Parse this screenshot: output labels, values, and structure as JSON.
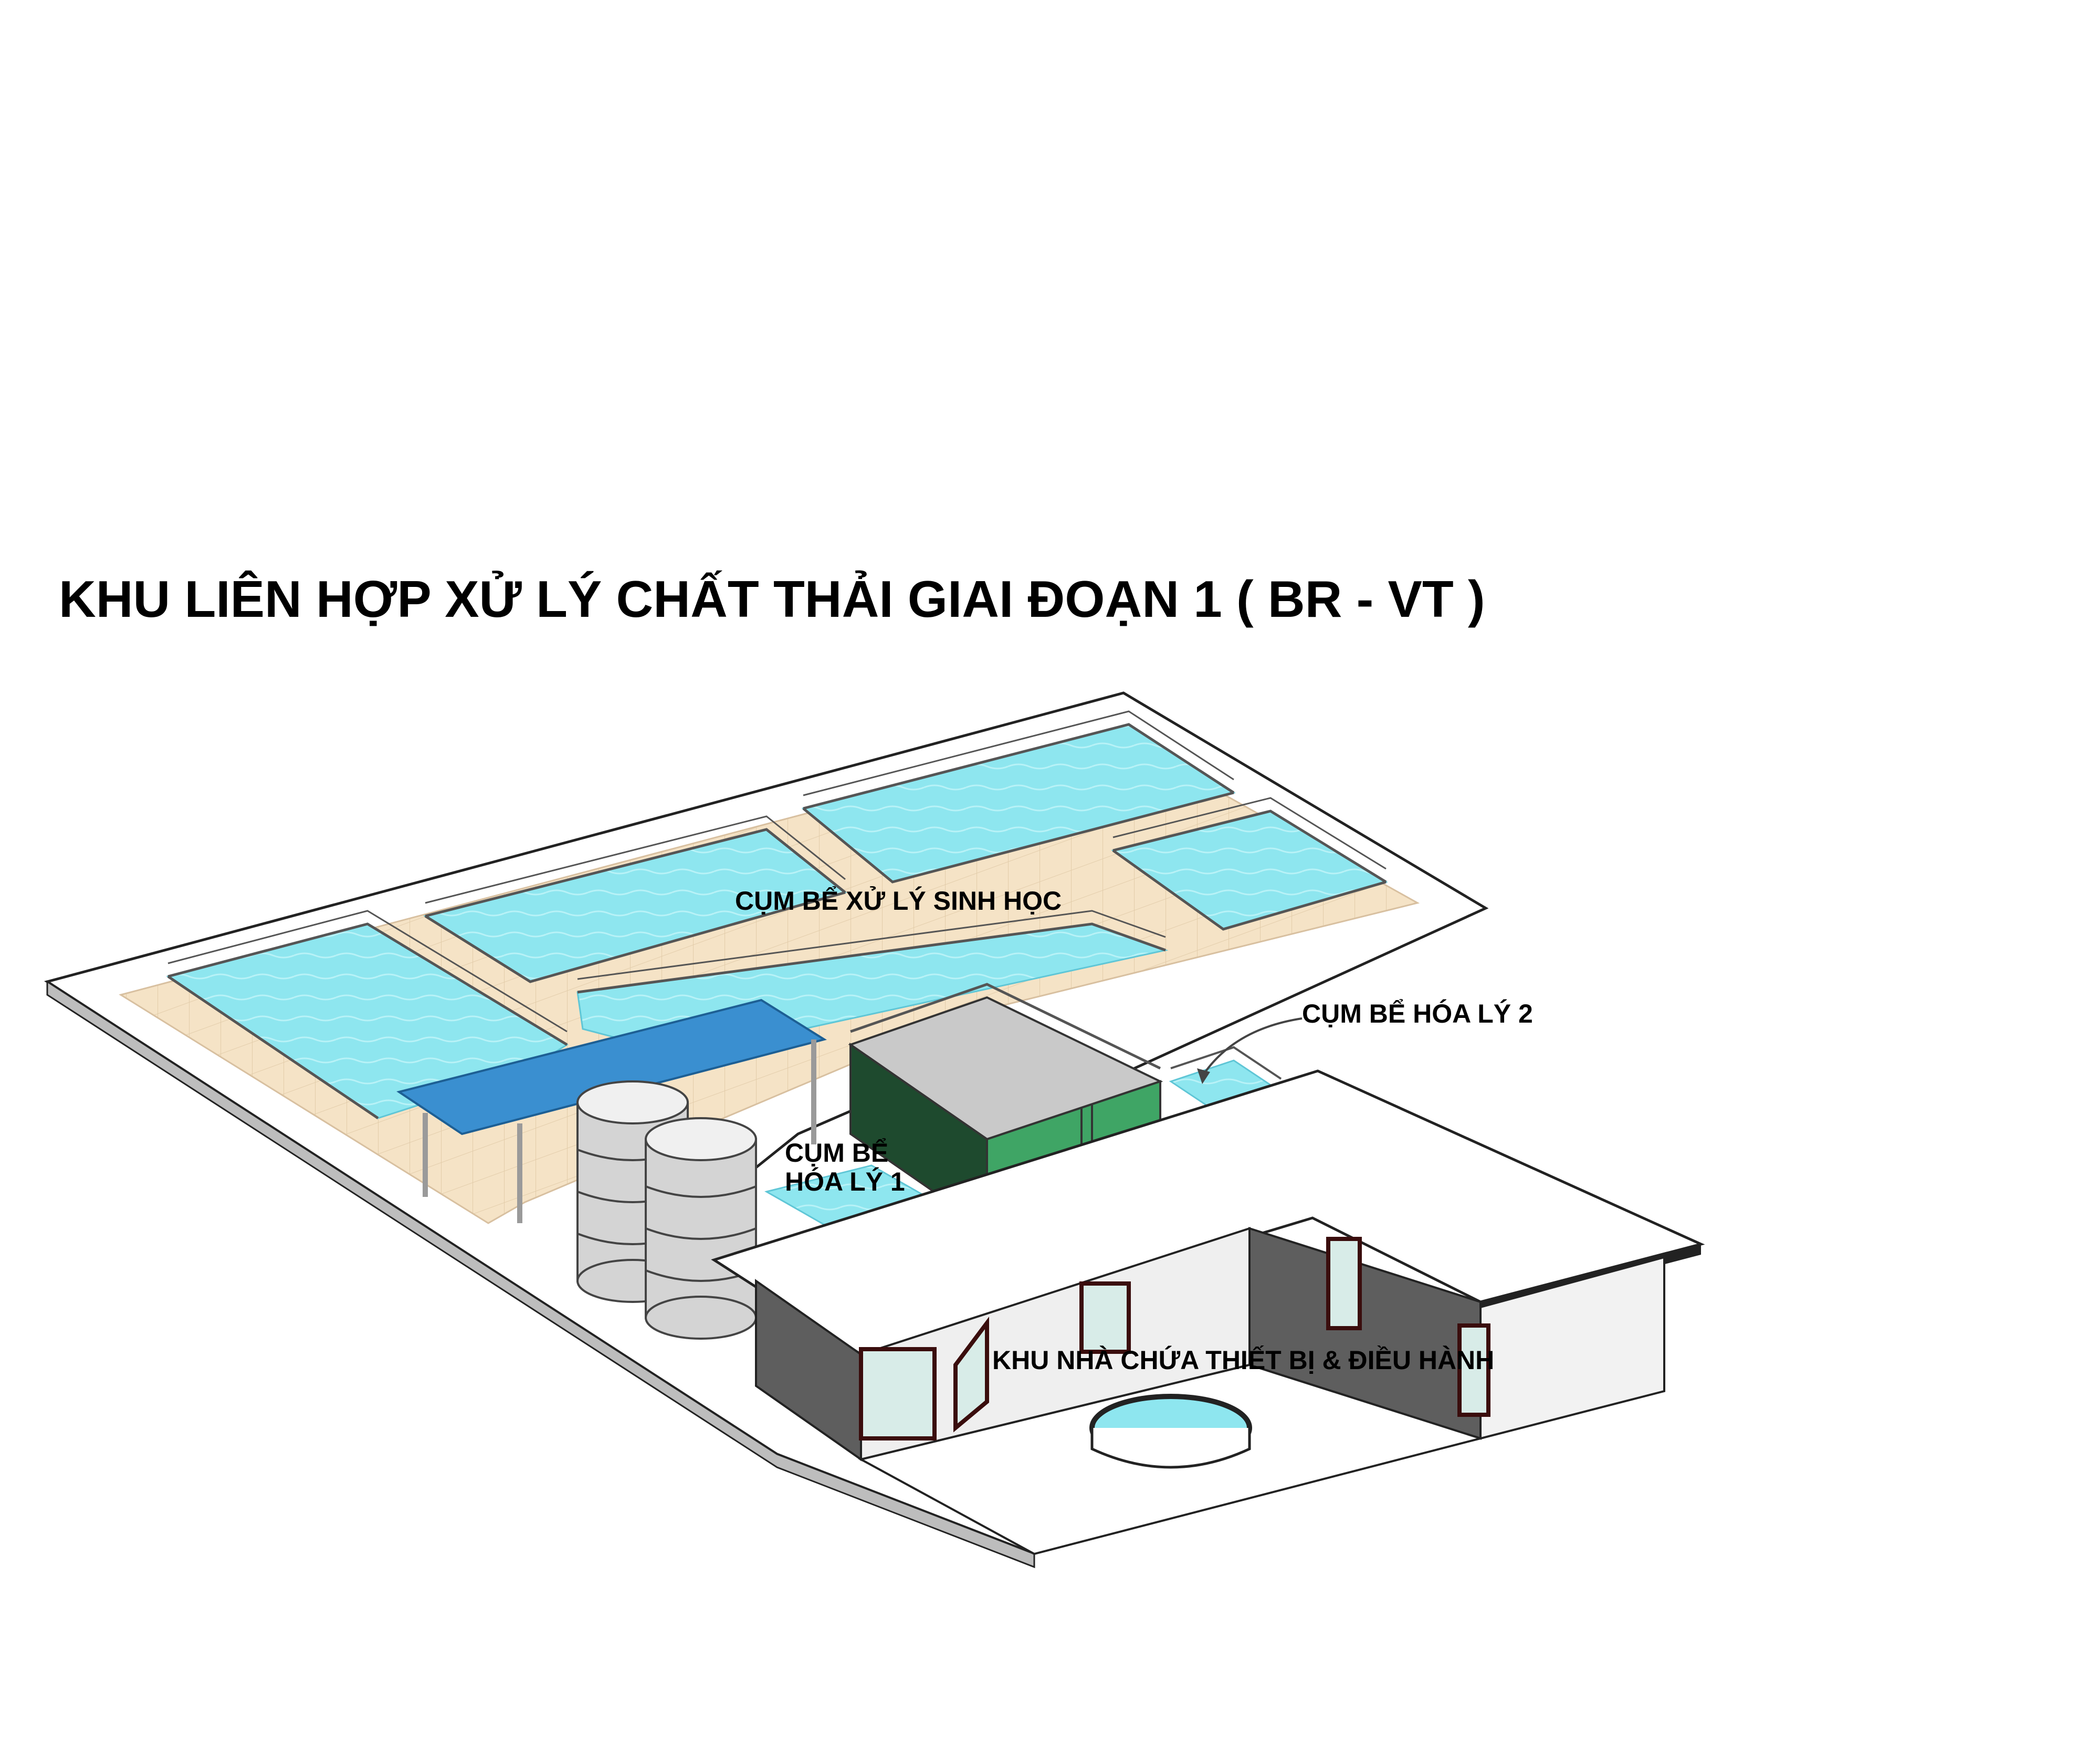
{
  "title": "KHU LIÊN HỢP XỬ LÝ CHẤT THẢI GIAI ĐOẠN 1 ( BR - VT )",
  "labels": {
    "biological_tanks": "CỤM BỂ XỬ LÝ SINH HỌC",
    "physchem_tanks_2": "CỤM BỂ HÓA LÝ 2",
    "physchem_tanks_1_line1": "CỤM BỂ",
    "physchem_tanks_1_line2": "HÓA LÝ 1",
    "equipment_building": "KHU NHÀ CHỨA THIẾT BỊ & ĐIỀU HÀNH"
  },
  "colors": {
    "water": "#8ee6ef",
    "water_edge": "#5fc6d6",
    "paving": "#f5e3c6",
    "platform": "#ffffff",
    "roof_blue": "#3a8fd0",
    "block_dark_green": "#1e4a2e",
    "block_light_green": "#3fa565",
    "wall_grey": "#5e5e5e",
    "tank_grey": "#d8d8d8",
    "railing": "#555555"
  }
}
